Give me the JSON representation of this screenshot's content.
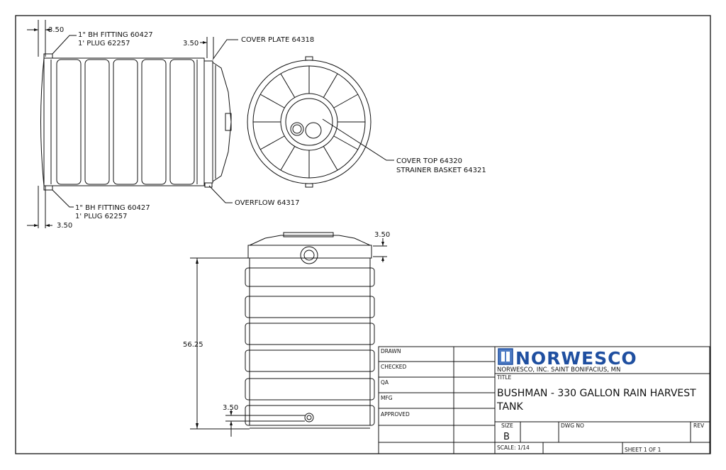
{
  "callouts": {
    "top_dim": "3.50",
    "top_fit1": "1\" BH FITTING 60427",
    "top_fit2": "1' PLUG 62257",
    "cover_dim": "3.50",
    "cover_plate": "COVER PLATE 64318",
    "cover_top": "COVER TOP 64320",
    "strainer": "STRAINER BASKET 64321",
    "overflow": "OVERFLOW 64317",
    "bot_fit1": "1\" BH FITTING 60427",
    "bot_fit2": "1' PLUG 62257",
    "bot_dim": "3.50",
    "front_top_dim": "3.50",
    "height_dim": "56.25",
    "front_bot_dim": "3.50"
  },
  "title_block": {
    "approvals": [
      "DRAWN",
      "CHECKED",
      "QA",
      "MFG",
      "APPROVED"
    ],
    "brand": "NORWESCO",
    "company": "NORWESCO, INC.  SAINT BONIFACIUS, MN",
    "title_label": "TITLE",
    "title_line1": "BUSHMAN - 330 GALLON RAIN HARVEST",
    "title_line2": "TANK",
    "size_label": "SIZE",
    "size_value": "B",
    "dwg_label": "DWG NO",
    "rev_label": "REV",
    "scale": "SCALE: 1/14",
    "sheet": "SHEET 1  OF 1"
  },
  "colors": {
    "line": "#111111",
    "brand_blue": "#1f4fa0",
    "logo_fill": "#4f7cc4"
  }
}
